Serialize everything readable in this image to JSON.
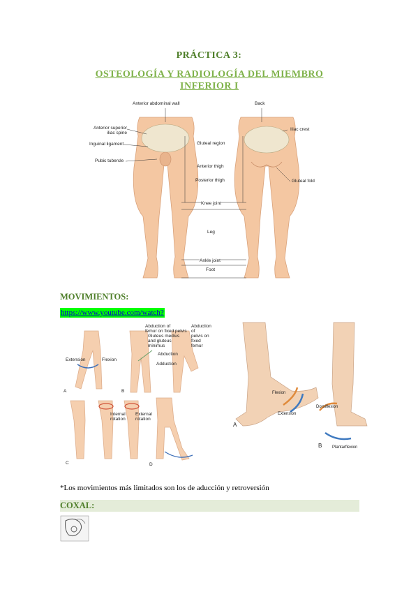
{
  "header": {
    "title": "PRÁCTICA 3:",
    "subtitle_line1": "OSTEOLOGÍA Y RADIOLOGÍA DEL MIEMBRO",
    "subtitle_line2": "INFERIOR I"
  },
  "figure1": {
    "anterior_abdominal_wall": "Anterior abdominal wall",
    "back": "Back",
    "anterior_superior_iliac_spine_1": "Anterior superior",
    "anterior_superior_iliac_spine_2": "iliac spine",
    "inguinal_ligament": "Inguinal ligament",
    "pubic_tubercle": "Pubic tubercle",
    "gluteal_region": "Gluteal region",
    "anterior_thigh": "Anterior thigh",
    "posterior_thigh": "Posterior thigh",
    "knee_joint": "Knee joint",
    "leg": "Leg",
    "ankle_joint": "Ankle joint",
    "foot": "Foot",
    "iliac_crest": "Iliac crest",
    "gluteal_fold": "Gluteal fold"
  },
  "movements": {
    "heading": "MOVIMIENTOS:",
    "link": "https://www.youtube.com/watch?",
    "hip": {
      "extension": "Extension",
      "flexion": "Flexion",
      "a": "A",
      "abduction_femur_1": "Abduction of",
      "abduction_femur_2": "femur on fixed pelvis",
      "gluteus_1": "Gluteus medius",
      "gluteus_2": "and gluteus",
      "gluteus_3": "minimus",
      "abduction_pelvis_1": "Abduction of",
      "abduction_pelvis_2": "pelvis on",
      "abduction_pelvis_3": "fixed femur",
      "abduction": "Abduction",
      "adduction": "Adduction",
      "b": "B",
      "internal_1": "Internal",
      "internal_2": "rotation",
      "external_1": "External",
      "external_2": "rotation",
      "c": "C",
      "d": "D"
    },
    "knee": {
      "flexion": "Flexion",
      "extension": "Extension",
      "a": "A",
      "dorsiflexion": "Dorsiflexion",
      "plantarflexion": "Plantarflexion",
      "b": "B"
    },
    "note": "*Los movimientos más limitados son los de aducción y retroversión"
  },
  "coxal": {
    "heading": "COXAL:"
  },
  "colors": {
    "title": "#4f7f2a",
    "subtitle": "#7fb24a",
    "link_highlight": "#00ff00",
    "coxal_bar": "#e4ecd9",
    "skin": "#f4c7a2"
  }
}
